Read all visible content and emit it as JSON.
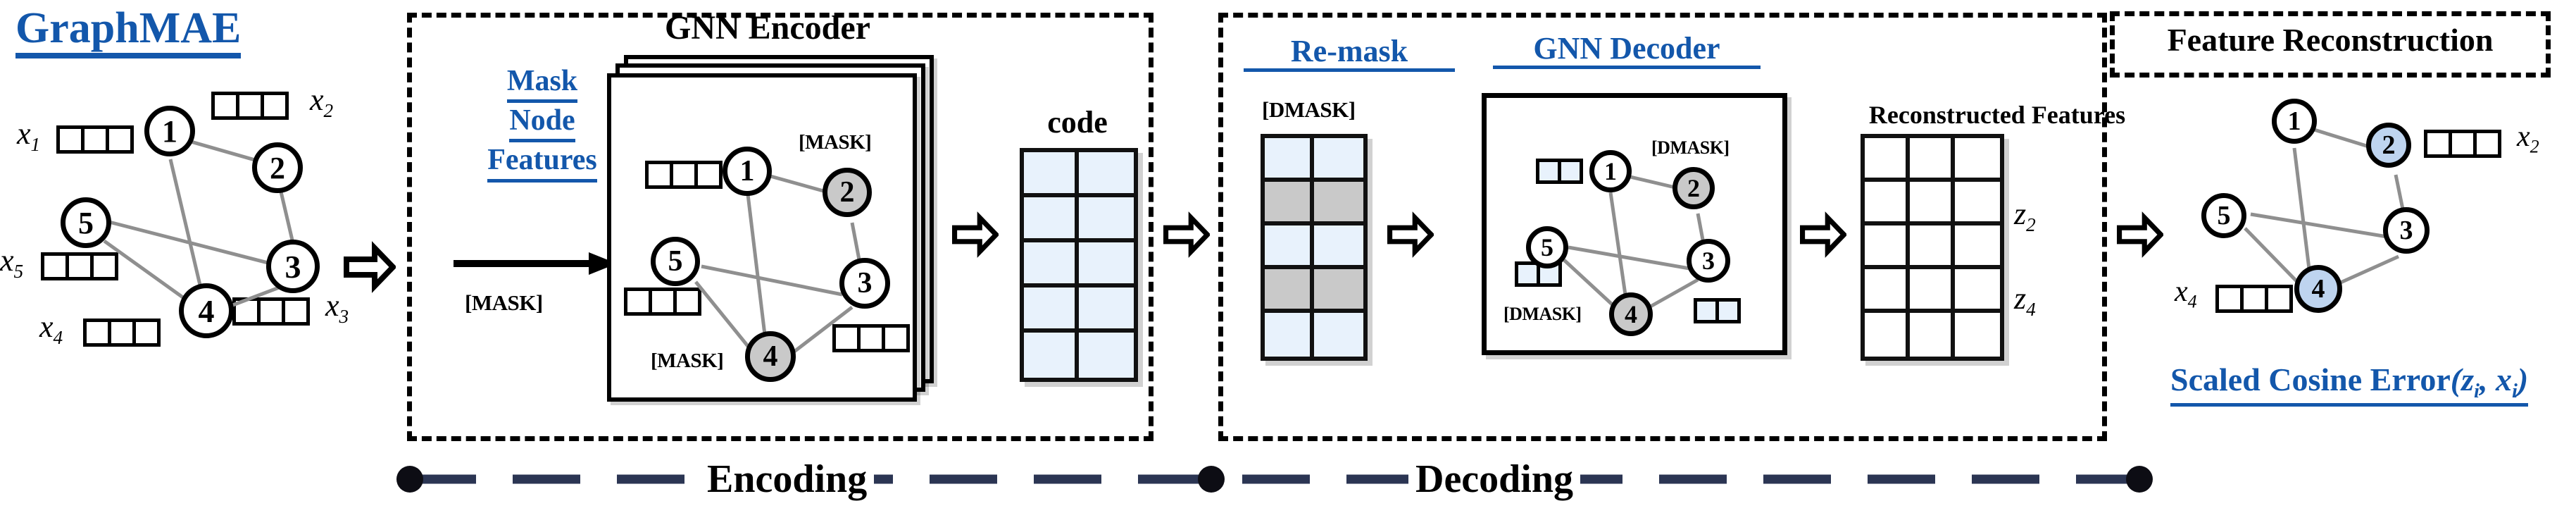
{
  "brand": {
    "title": "GraphMAE"
  },
  "input_graph": {
    "nodes": [
      {
        "id": "1"
      },
      {
        "id": "2"
      },
      {
        "id": "3"
      },
      {
        "id": "4"
      },
      {
        "id": "5"
      }
    ],
    "edges": [
      "1-2",
      "2-3",
      "1-4",
      "5-3",
      "5-4",
      "3-4"
    ],
    "feature_labels": [
      "x1",
      "x2",
      "x3",
      "x4",
      "x5"
    ],
    "feature_label_text": {
      "x1": "x",
      "x1_sub": "1",
      "x2": "x",
      "x2_sub": "2",
      "x3": "x",
      "x3_sub": "3",
      "x4": "x",
      "x4_sub": "4",
      "x5": "x",
      "x5_sub": "5"
    },
    "feature_cells_per_vector": 3
  },
  "encoding": {
    "stage_label": "Encoding",
    "mask_block": {
      "title_lines": [
        "Mask",
        "Node",
        "Features"
      ],
      "arrow_caption": "[MASK]"
    },
    "encoder": {
      "title": "GNN Encoder",
      "stack_layers": 3,
      "masked_nodes": [
        "2",
        "4"
      ],
      "mask_tags": [
        "[MASK]",
        "[MASK]"
      ],
      "nodes": [
        "1",
        "2",
        "3",
        "4",
        "5"
      ],
      "visible_feature_vectors": 3
    },
    "code": {
      "title": "code",
      "rows": 5,
      "cols": 2,
      "cell_color": "#e8f2fc"
    }
  },
  "decoding": {
    "stage_label": "Decoding",
    "remask": {
      "title": "Re-mask",
      "tag": "[DMASK]",
      "matrix": {
        "rows": 5,
        "cols": 2,
        "masked_row_indices": [
          1,
          3
        ],
        "normal_color": "#e8f2fc",
        "masked_color": "#c9c9c9"
      }
    },
    "decoder": {
      "title": "GNN Decoder",
      "nodes": [
        "1",
        "2",
        "3",
        "4",
        "5"
      ],
      "masked_nodes": [
        "2",
        "4"
      ],
      "mask_tags": [
        "[DMASK]",
        "[DMASK]"
      ],
      "visible_feature_vectors": 3,
      "feature_cells_per_vector": 2
    },
    "reconstructed": {
      "title": "Reconstructed Features",
      "rows": 5,
      "cols": 3,
      "row_labels": [
        {
          "row": 2,
          "text": "z",
          "sub": "2"
        },
        {
          "row": 4,
          "text": "z",
          "sub": "4"
        }
      ]
    }
  },
  "feature_reconstruction": {
    "title": "Feature Reconstruction",
    "graph": {
      "nodes": [
        "1",
        "2",
        "3",
        "4",
        "5"
      ],
      "highlight_nodes": [
        "2",
        "4"
      ],
      "labels": [
        {
          "name": "x",
          "sub": "2"
        },
        {
          "name": "x",
          "sub": "4"
        }
      ]
    },
    "loss": {
      "prefix": "Scaled Cosine Error",
      "args": "(z",
      "arg1_sub": "i",
      "mid": ", x",
      "arg2_sub": "i",
      "suffix": ")"
    }
  },
  "colors": {
    "brand_blue": "#1357ab",
    "light_blue_cell": "#e8f2fc",
    "mask_grey": "#c9c9c9",
    "highlight_blue": "#bed4ef",
    "edge_grey": "#8f8f8f",
    "rail_navy": "#2b3553"
  }
}
